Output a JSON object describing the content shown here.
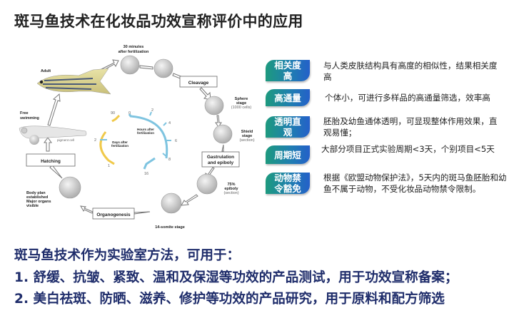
{
  "title": "斑马鱼技术在化妆品功效宣称评价中的应用",
  "diagram": {
    "egg_time": [
      "30 minutes",
      "after fertilization"
    ],
    "adult": "Adult",
    "cleavage": "Cleavage",
    "sphere": [
      "Sphere",
      "stage",
      "(1000 cells)"
    ],
    "shield": [
      "Shield",
      "stage",
      "(section)"
    ],
    "gastrulation": [
      "Gastrulation",
      "and epiboly"
    ],
    "epiboly": [
      "75%",
      "epiboly",
      "(section)"
    ],
    "somite": "14-somite stage",
    "organogenesis": "Organogenesis",
    "body_plan": [
      "Body plan",
      "established",
      "Major organs",
      "visible"
    ],
    "hatching": "Hatching",
    "free_swimming": [
      "Free",
      "swimming"
    ],
    "pigment_cell": "pigment cell",
    "hours_label": [
      "Hours after",
      "fertilization"
    ],
    "days_label": [
      "Days after",
      "fertilization"
    ],
    "hours_ticks": [
      "0",
      "2",
      "4",
      "6",
      "8",
      "16"
    ],
    "days_ticks": [
      "90",
      "2",
      "1"
    ],
    "colors": {
      "hours": "#7ec4e0",
      "days": "#f0c94a"
    }
  },
  "features": [
    {
      "badge": [
        "相关度",
        "高"
      ],
      "text": "与人类皮肤结构具有高度的相似性，结果相关度高"
    },
    {
      "badge": [
        "高通量"
      ],
      "text": "个体小，可进行多样品的高通量筛选，效率高"
    },
    {
      "badge": [
        "透明直",
        "观"
      ],
      "text": "胚胎及幼鱼通体透明，可显现整体作用效果，直观易懂；"
    },
    {
      "badge": [
        "周期短"
      ],
      "text": "大部分项目正式实验周期<3天，个别项目<5天"
    },
    {
      "badge": [
        "动物禁",
        "令豁免"
      ],
      "text": "根据《欧盟动物保护法》，5天内的斑马鱼胚胎和幼鱼不属于动物，不受化妆品动物禁令限制。"
    }
  ],
  "bottom": {
    "heading": "斑马鱼技术作为实验室方法，可用于：",
    "items": [
      "1. 舒缓、抗皱、紧致、温和及保湿等功效的产品测试，用于功效宣称备案；",
      "2. 美白祛斑、防晒、滋养、修护等功效的产品研究，用于原料和配方筛选"
    ]
  }
}
